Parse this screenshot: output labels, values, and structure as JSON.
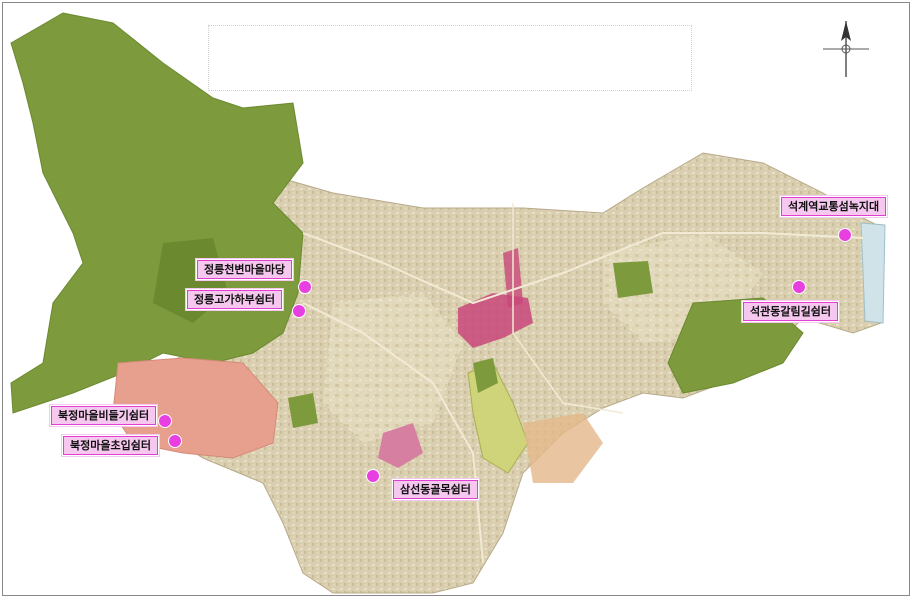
{
  "map": {
    "colors": {
      "forest": "#7d9a3c",
      "forest_dark": "#6b8a30",
      "urban": "#d9cfb0",
      "urban_light": "#e8e2c8",
      "residential_pink": "#e8a08e",
      "commercial_magenta": "#c8477a",
      "park_yellow": "#cfd47a",
      "marker": "#e83fe0",
      "label_bg": "#f7c8ef",
      "label_border": "#e23fd0"
    },
    "compass_icon": "north-arrow-icon",
    "compass_caption": "",
    "markers": [
      {
        "id": "jeongneung-cheon",
        "label": "정릉천변마을마당"
      },
      {
        "id": "jeongneung-goga",
        "label": "정릉고가하부쉼터"
      },
      {
        "id": "bukjeong-bidulgi",
        "label": "북정마을비들기쉼터"
      },
      {
        "id": "bukjeong-ipgu",
        "label": "북정마을초입쉼터"
      },
      {
        "id": "samseon-golmok",
        "label": "삼선동골목쉼터"
      },
      {
        "id": "seokgye-station",
        "label": "석계역교통섬녹지대"
      },
      {
        "id": "seokgwan-galrim",
        "label": "석관동갈림길쉼터"
      }
    ]
  }
}
